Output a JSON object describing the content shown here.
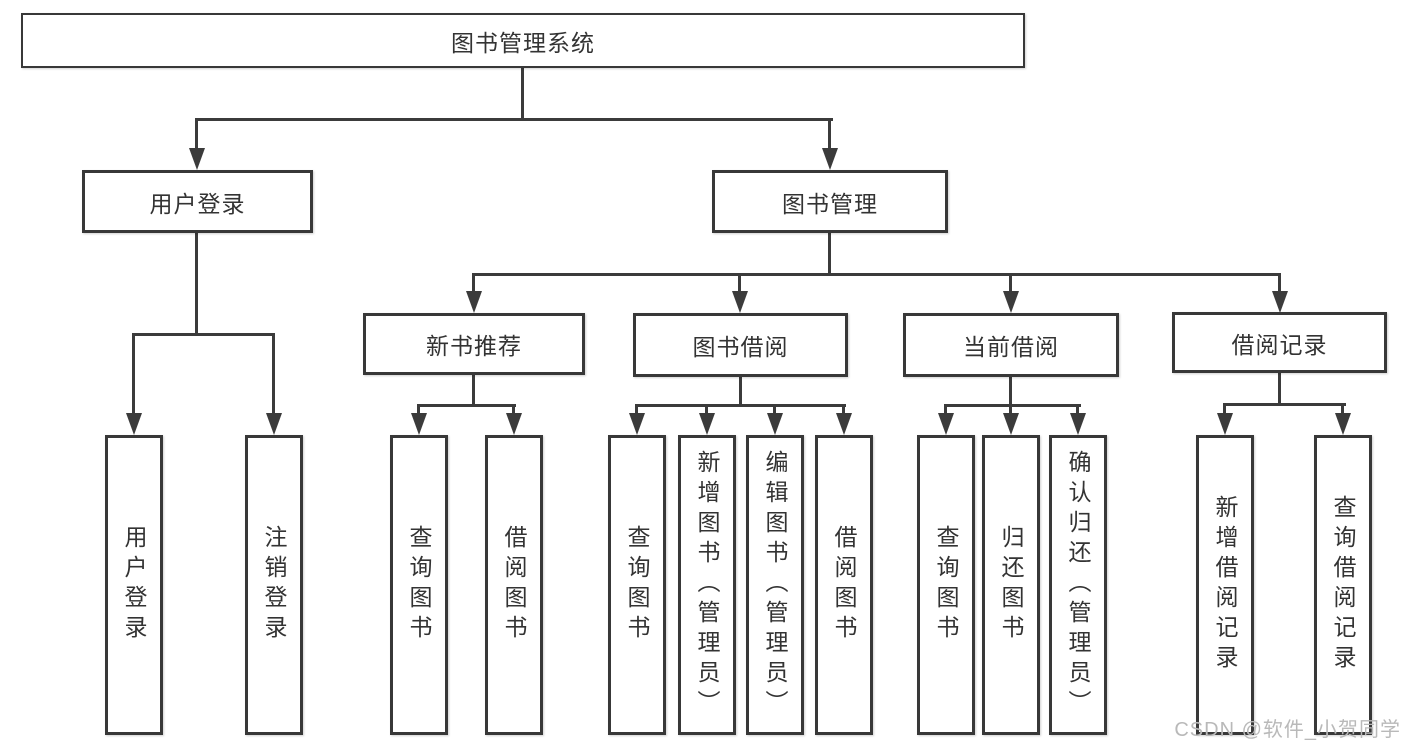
{
  "tree": {
    "label": "图书管理系统",
    "children": [
      {
        "label": "用户登录",
        "children": [
          {
            "label": "用户登录"
          },
          {
            "label": "注销登录"
          }
        ]
      },
      {
        "label": "图书管理",
        "children": [
          {
            "label": "新书推荐",
            "children": [
              {
                "label": "查询图书"
              },
              {
                "label": "借阅图书"
              }
            ]
          },
          {
            "label": "图书借阅",
            "children": [
              {
                "label": "查询图书"
              },
              {
                "label": "新增图书（管理员）"
              },
              {
                "label": "编辑图书（管理员）"
              },
              {
                "label": "借阅图书"
              }
            ]
          },
          {
            "label": "当前借阅",
            "children": [
              {
                "label": "查询图书"
              },
              {
                "label": "归还图书"
              },
              {
                "label": "确认归还（管理员）"
              }
            ]
          },
          {
            "label": "借阅记录",
            "children": [
              {
                "label": "新增借阅记录"
              },
              {
                "label": "查询借阅记录"
              }
            ]
          }
        ]
      }
    ]
  },
  "watermark": "CSDN @软件_小贺同学",
  "colors": {
    "line": "#3b3b3b",
    "text": "#333333",
    "watermark": "#b9b9b9",
    "background": "#ffffff"
  }
}
